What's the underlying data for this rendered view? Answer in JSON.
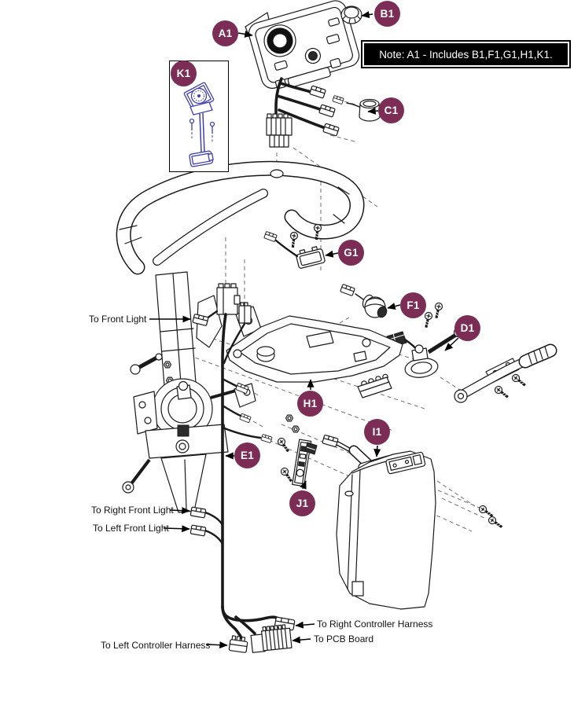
{
  "note": {
    "text": "Note: A1 - Includes B1,F1,G1,H1,K1."
  },
  "callouts": {
    "a1": "A1",
    "b1": "B1",
    "c1": "C1",
    "d1": "D1",
    "e1": "E1",
    "f1": "F1",
    "g1": "G1",
    "h1": "H1",
    "i1": "I1",
    "j1": "J1",
    "k1": "K1"
  },
  "labels": {
    "front_light": "To Front Light",
    "right_front_light": "To Right Front Light",
    "left_front_light": "To Left Front Light",
    "right_controller_harness": "To Right Controller Harness",
    "pcb_board": "To PCB Board",
    "left_controller_harness": "To Left Controller Harness"
  },
  "colors": {
    "callout_background": "#7B2D56",
    "callout_text": "#FFFFFF",
    "k1_part_accent": "#4040B0",
    "line_art": "#1A1A1A",
    "note_background": "#000000",
    "note_text": "#FFFFFF"
  }
}
